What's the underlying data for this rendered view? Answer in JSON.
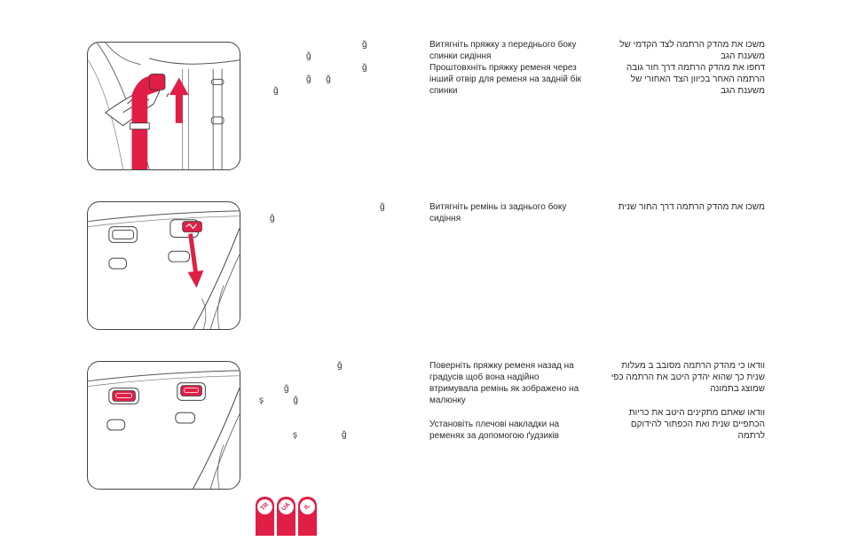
{
  "accent": "#e11e46",
  "sections": [
    {
      "tr_lines": [
        {
          "text": "ğ",
          "indent": 118
        },
        {
          "text": "ğ",
          "indent": 55
        },
        {
          "text": "ğ",
          "indent": 118
        },
        {
          "text": "ğ      ğ",
          "indent": 55
        },
        {
          "text": "ğ",
          "indent": 18
        }
      ],
      "ua": [
        "Витягніть пряжку з переднього боку спинки сидіння",
        "Проштовхніть пряжку ременя через інший отвір для ременя на задній бік спинки"
      ],
      "il": [
        "משכו את מהדק הרתמה לצד הקדמי של משענת הגב",
        "דחפו את מהדק הרתמה דרך חור גובה הרתמה האחר בכיוון הצד האחורי של משענת הגב"
      ]
    },
    {
      "tr_lines": [
        {
          "text": "ğ",
          "indent": 138
        },
        {
          "text": "ğ",
          "indent": 14
        }
      ],
      "ua": [
        "Витягніть ремінь із заднього боку сидіння"
      ],
      "il": [
        "משכו את מהדק הרתמה דרך החור שנית"
      ]
    },
    {
      "tr_lines": [
        {
          "text": "ğ",
          "indent": 90
        },
        {
          "text": "",
          "indent": 0
        },
        {
          "text": "ğ",
          "indent": 30
        },
        {
          "text": "ş            ğ",
          "indent": 2
        },
        {
          "text": "",
          "indent": 0
        },
        {
          "text": "",
          "indent": 0
        },
        {
          "text": "ş                  ğ",
          "indent": 40
        }
      ],
      "ua": [
        "Поверніть пряжку ременя назад на      градусів  щоб вона надійно втримувала ремінь  як зображено на малюнку",
        "Установіть плечові накладки на ременях за допомогою ґудзиків"
      ],
      "il": [
        "וודאו כי מהדק הרתמה מסובב ב מעלות שנית כך שהוא יהדק היטב את הרתמה  כפי שמוצג בתמונה",
        "וודאו שאתם מתקינים היטב את כריות הכתפיים שנית ואת הכפתור  להידוקם לרתמה"
      ]
    }
  ],
  "language_tabs": [
    "TR",
    "UA",
    "IL"
  ]
}
